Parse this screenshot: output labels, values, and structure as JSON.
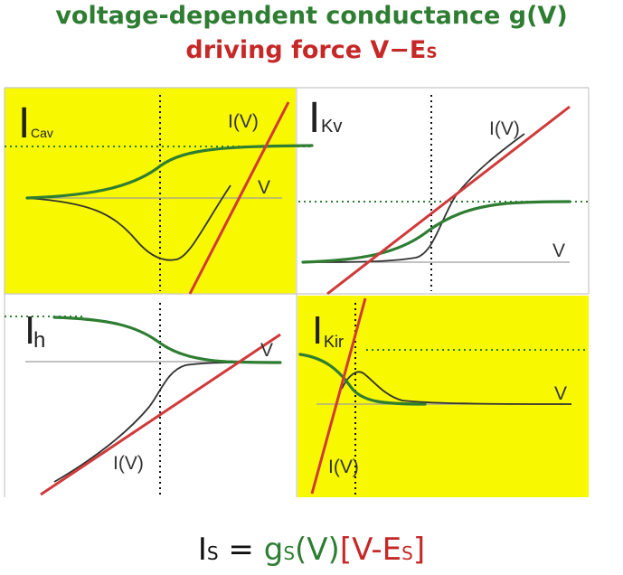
{
  "title": {
    "line1": "voltage-dependent conductance g(V)",
    "line2_main": "driving force V−E",
    "line2_sub": "S"
  },
  "panels": [
    {
      "label_main": "I",
      "label_sub": "Cav",
      "curve_label": "I(V)",
      "axis_label": "V",
      "highlight": true
    },
    {
      "label_main": "I",
      "label_sub": "Kv",
      "curve_label": "I(V)",
      "axis_label": "V",
      "highlight": false
    },
    {
      "label_main": "I",
      "label_sub": "h",
      "curve_label": "I(V)",
      "axis_label": "V",
      "highlight": false
    },
    {
      "label_main": "I",
      "label_sub": "Kir",
      "curve_label": "I(V)",
      "axis_label": "V",
      "highlight": true
    }
  ],
  "equation": {
    "lhs": "I",
    "lhs_sub": "S",
    "eq": " = ",
    "g": "g",
    "g_sub": "S",
    "g_arg": "(V)",
    "df_open": "[V-E",
    "df_sub": "S",
    "df_close": "]"
  },
  "colors": {
    "highlight": "#f8f800",
    "conductance": "#2e7d32",
    "driving_force": "#d03a3a",
    "current": "#333333"
  }
}
